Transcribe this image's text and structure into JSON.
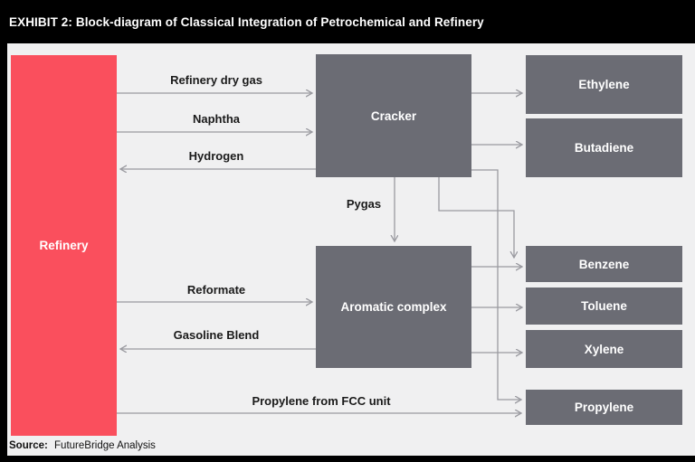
{
  "header": {
    "title": "EXHIBIT 2: Block-diagram of Classical Integration of Petrochemical and Refinery"
  },
  "footer": {
    "source_label": "Source:",
    "source_text": "FutureBridge Analysis"
  },
  "colors": {
    "frame": "#000000",
    "background": "#f0f0f1",
    "refinery": "#fa4f5d",
    "unit": "#6b6c74",
    "arrow": "#9a9aa0",
    "label_text": "#1a1a1a"
  },
  "diagram": {
    "refinery": {
      "label": "Refinery"
    },
    "units": [
      {
        "id": "cracker",
        "label": "Cracker"
      },
      {
        "id": "aromatic-complex",
        "label": "Aromatic complex"
      }
    ],
    "products": [
      {
        "label": "Ethylene",
        "from": "Cracker"
      },
      {
        "label": "Butadiene",
        "from": "Cracker"
      },
      {
        "label": "Benzene",
        "from": "Aromatic complex / Cracker"
      },
      {
        "label": "Toluene",
        "from": "Aromatic complex"
      },
      {
        "label": "Xylene",
        "from": "Aromatic complex"
      },
      {
        "label": "Propylene",
        "from": "Refinery / Cracker"
      }
    ],
    "streams": [
      {
        "label": "Refinery dry gas",
        "from": "Refinery",
        "to": "Cracker"
      },
      {
        "label": "Naphtha",
        "from": "Refinery",
        "to": "Cracker"
      },
      {
        "label": "Hydrogen",
        "from": "Cracker",
        "to": "Refinery"
      },
      {
        "label": "Pygas",
        "from": "Cracker",
        "to": "Aromatic complex"
      },
      {
        "label": "Reformate",
        "from": "Refinery",
        "to": "Aromatic complex"
      },
      {
        "label": "Gasoline Blend",
        "from": "Aromatic complex",
        "to": "Refinery"
      },
      {
        "label": "Propylene from FCC unit",
        "from": "Refinery",
        "to": "Propylene"
      }
    ]
  }
}
